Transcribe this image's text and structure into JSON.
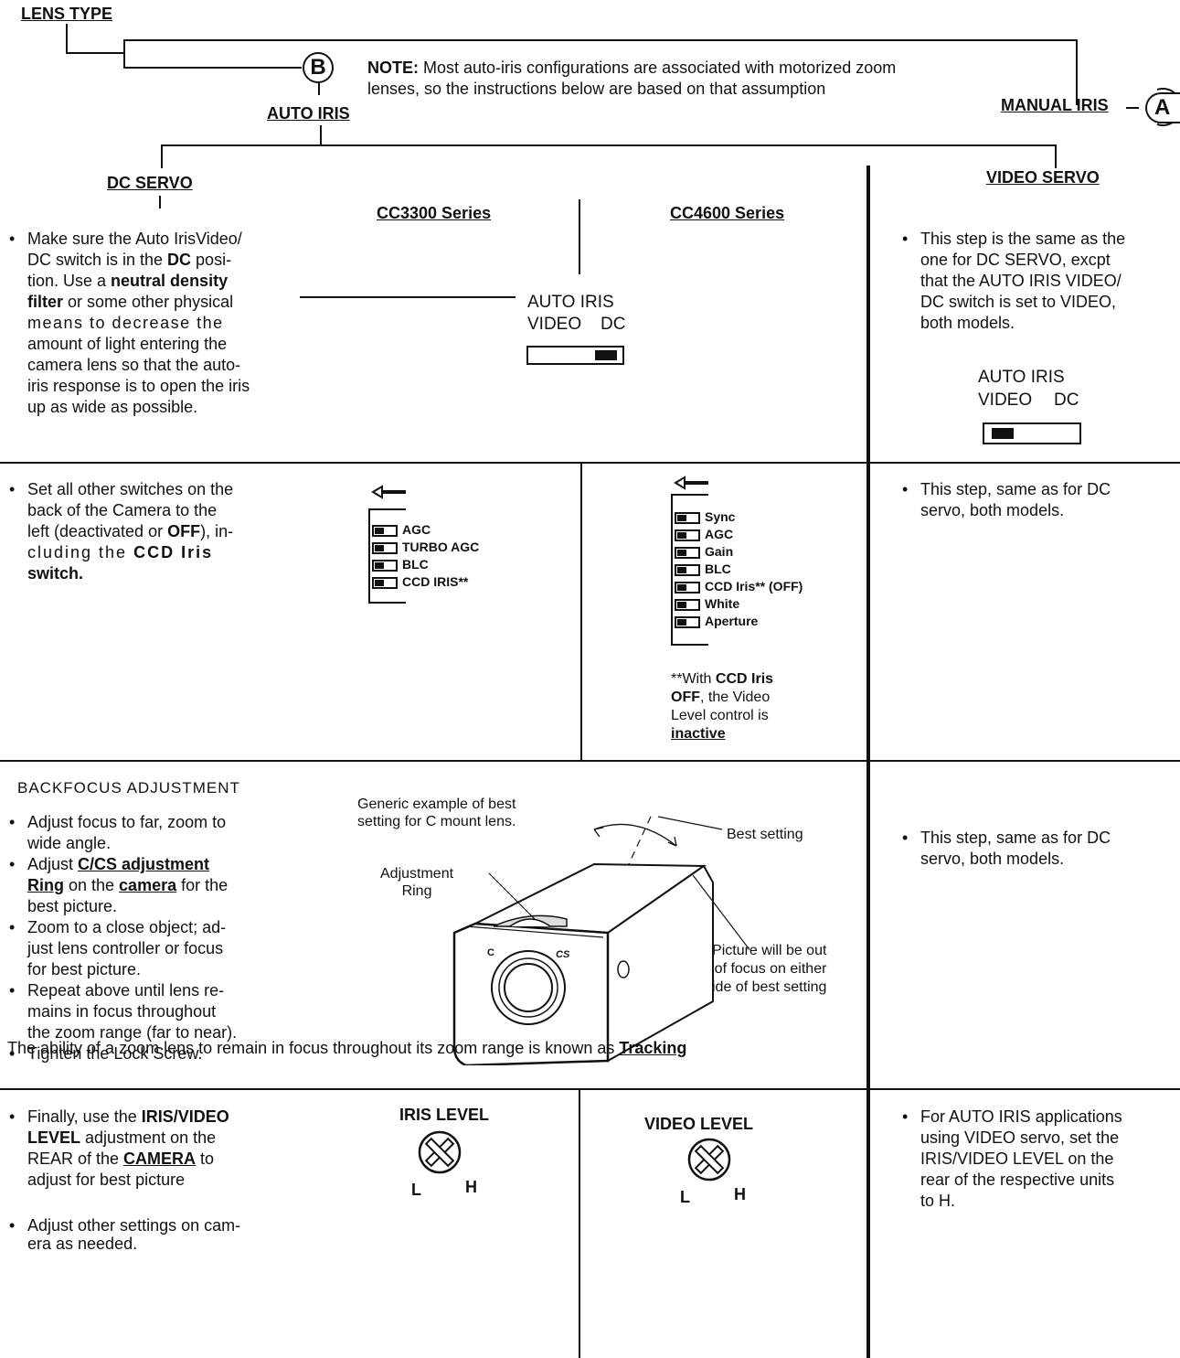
{
  "tree": {
    "lens_type": "LENS TYPE",
    "b_label": "B",
    "a_label": "A",
    "note_bold": "NOTE:",
    "note_text_1": " Most auto-iris configurations are associated with motorized zoom",
    "note_text_2": "lenses, so the instructions below are based on that assumption",
    "auto_iris": "AUTO IRIS",
    "manual_iris": "MANUAL IRIS",
    "dc_servo": "DC SERVO",
    "video_servo": "VIDEO SERVO",
    "cc3300": "CC3300 Series",
    "cc4600": "CC4600 Series"
  },
  "row1": {
    "left_1": "Make sure the Auto IrisVideo/",
    "left_2a": "DC switch is in the ",
    "left_2b": "DC",
    "left_2c": " posi-",
    "left_3a": "tion. Use a ",
    "left_3b": "neutral density",
    "left_4a": "filter",
    "left_4b": " or some other physical",
    "left_5": "means to decrease the",
    "left_6": "amount of light entering the",
    "left_7": "camera lens so that the auto-",
    "left_8": "iris response is to open the iris",
    "left_9": "up as wide as possible.",
    "switch_title": "AUTO IRIS",
    "switch_video": "VIDEO",
    "switch_dc": "DC",
    "right_1": "This step is the same as the",
    "right_2": "one for DC SERVO, excpt",
    "right_3": "that the AUTO IRIS VIDEO/",
    "right_4": "DC switch is set to VIDEO,",
    "right_5": "both models.",
    "right_switch_title": "AUTO IRIS",
    "right_switch_video": "VIDEO",
    "right_switch_dc": "DC"
  },
  "row2": {
    "left_1": "Set all other switches on the",
    "left_2": "back of the Camera to the",
    "left_3a": "left (deactivated or ",
    "left_3b": "OFF",
    "left_3c": "), in-",
    "left_4a": "cluding the ",
    "left_4b": "CCD Iris",
    "left_5": "switch.",
    "cc3300_switches": [
      "AGC",
      "TURBO AGC",
      "BLC",
      "CCD IRIS**"
    ],
    "cc4600_switches": [
      "Sync",
      "AGC",
      "Gain",
      "BLC",
      "CCD Iris** (OFF)",
      "White",
      "Aperture"
    ],
    "note_1a": "**With ",
    "note_1b": "CCD Iris",
    "note_2a": "OFF",
    "note_2b": ", the Video",
    "note_3": "Level control is",
    "note_4": "inactive",
    "right_1": "This step, same as for DC",
    "right_2": "servo, both models."
  },
  "row3": {
    "heading": "BACKFOCUS ADJUSTMENT",
    "b1_1": "Adjust focus to far, zoom to",
    "b1_2": "wide angle.",
    "b2_1": "Adjust ",
    "b2_2": "C/CS adjustment",
    "b2_3": "Ring",
    "b2_4": " on the ",
    "b2_5": "camera",
    "b2_6": " for the",
    "b2_7": "best picture.",
    "b3_1": "Zoom to a close object; ad-",
    "b3_2": "just lens controller or focus",
    "b3_3": "for best picture.",
    "b4_1": "Repeat above until lens re-",
    "b4_2": "mains in focus throughout",
    "b4_3": "the zoom range (far to near).",
    "b5_1": "Tighten the Lock Screw.",
    "generic_1": "Generic example of best",
    "generic_2": "setting for C mount lens.",
    "best_setting": "Best setting",
    "adjust_1": "Adjustment",
    "adjust_2": "Ring",
    "cam_c": "C",
    "cam_cs": "CS",
    "out_1": "Picture will be out",
    "out_2": "of focus on either",
    "out_3": "side of best setting",
    "tracking_text": "The ability of a zoom lens to remain in focus throughout  its zoom range is known as ",
    "tracking_word": "Tracking",
    "right_1": "This step, same as for DC",
    "right_2": "servo, both models."
  },
  "row4": {
    "left1_1": "Finally, use the ",
    "left1_2": "IRIS/VIDEO",
    "left1_3": "LEVEL",
    "left1_4": " adjustment on the",
    "left1_5": "REAR of the ",
    "left1_6": "CAMERA",
    "left1_7": " to",
    "left1_8": "adjust for best picture",
    "left2_1": "Adjust other settings on cam-",
    "left2_2": "era as needed.",
    "iris_level": "IRIS LEVEL",
    "video_level": "VIDEO LEVEL",
    "l": "L",
    "h": "H",
    "right_1": "For AUTO IRIS applications",
    "right_2": "using VIDEO servo, set the",
    "right_3": "IRIS/VIDEO LEVEL on the",
    "right_4": "rear of the respective units",
    "right_5": "to H."
  }
}
